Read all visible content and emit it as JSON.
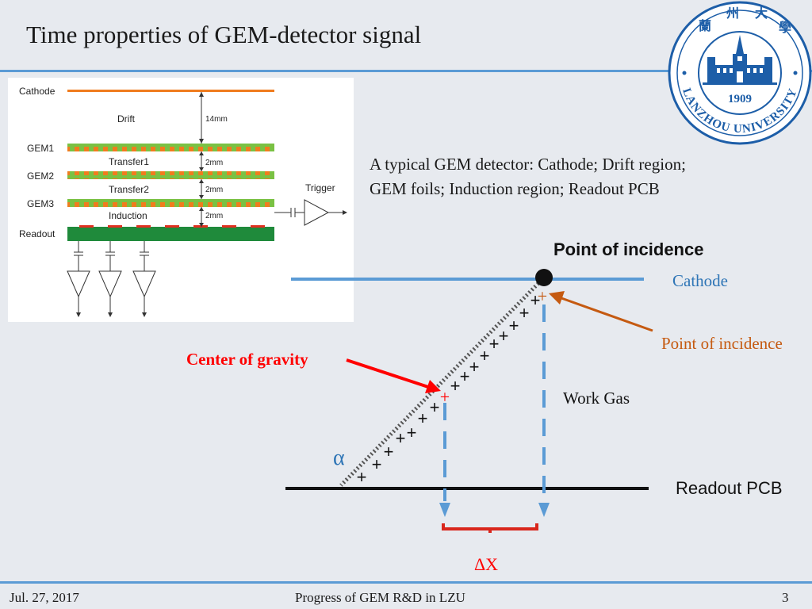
{
  "slide": {
    "title": "Time properties of GEM-detector signal",
    "description_line1": "A typical GEM detector: Cathode; Drift region;",
    "description_line2": "GEM foils; Induction region; Readout PCB"
  },
  "logo": {
    "chars": [
      "蘭",
      "州",
      "大",
      "學"
    ],
    "year": "1909",
    "name": "LANZHOU UNIVERSITY"
  },
  "detector_schematic": {
    "layers": [
      "Cathode",
      "Drift",
      "GEM1",
      "Transfer1",
      "GEM2",
      "Transfer2",
      "GEM3",
      "Induction",
      "Readout"
    ],
    "gaps": [
      "14mm",
      "2mm",
      "2mm",
      "2mm"
    ],
    "trigger": "Trigger",
    "colors": {
      "cathode": "#f07c1e",
      "gem_green": "#7ac143",
      "gem_orange": "#f07c1e",
      "readout_green": "#1f8a3b",
      "readout_red": "#e03020"
    }
  },
  "incidence_diagram": {
    "point_of_incidence_heading": "Point of incidence",
    "cathode_label": "Cathode",
    "point_of_incidence_arrow_label": "Point of incidence",
    "center_of_gravity_label": "Center of gravity",
    "work_gas_label": "Work Gas",
    "alpha_symbol": "α",
    "readout_label": "Readout PCB",
    "delta_x_label": "ΔX",
    "ion_marker": "+",
    "colors": {
      "cathode_line": "#5b9bd5",
      "arrow_orange": "#c55a11",
      "center_red": "#ff0000",
      "bracket_red": "#d9261c",
      "dashed_blue": "#5b9bd5"
    }
  },
  "footer": {
    "date": "Jul. 27, 2017",
    "center": "Progress of GEM R&D in LZU",
    "page": "3"
  }
}
